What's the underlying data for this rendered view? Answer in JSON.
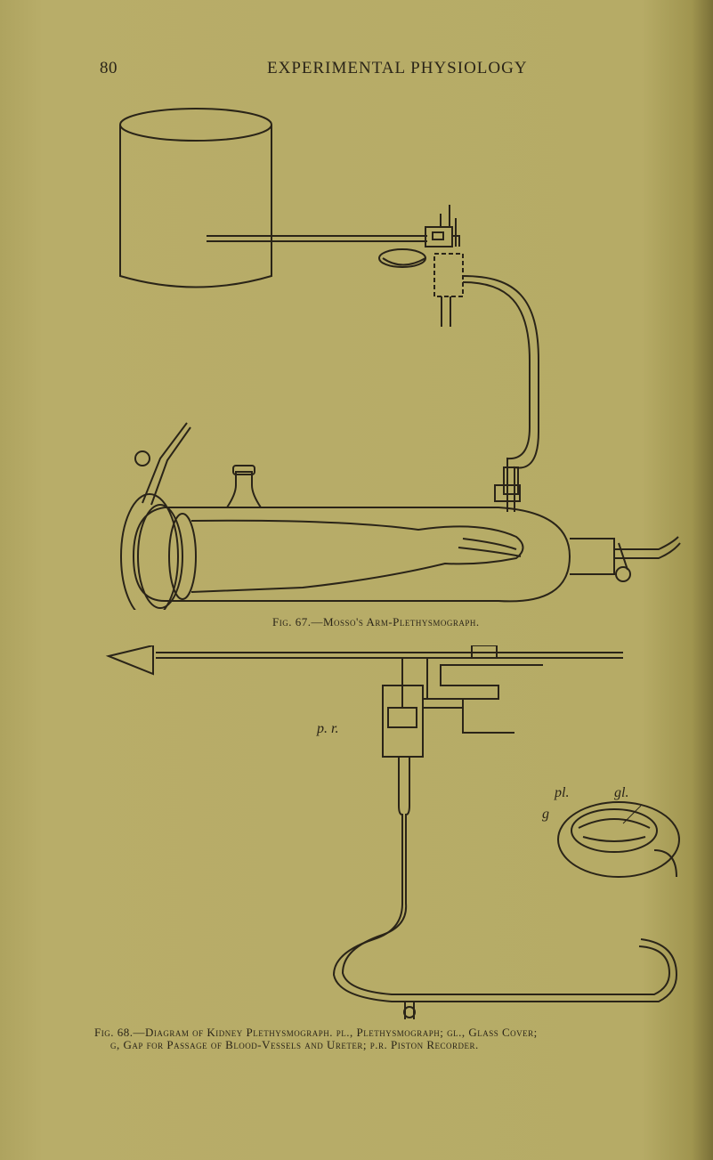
{
  "header": {
    "page_number": "80",
    "running_head": "EXPERIMENTAL PHYSIOLOGY"
  },
  "figures": [
    {
      "caption": "Fig. 67.—Mosso's Arm-Plethysmograph."
    },
    {
      "caption_line1": "Fig. 68.—Diagram of Kidney Plethysmograph. pl., Plethysmograph; gl., Glass Cover;",
      "caption_line2": "g, Gap for Passage of Blood-Vessels and Ureter; p.r. Piston Recorder.",
      "labels": {
        "pr": "p. r.",
        "pl": "pl.",
        "gl": "gl.",
        "g": "g"
      }
    }
  ]
}
